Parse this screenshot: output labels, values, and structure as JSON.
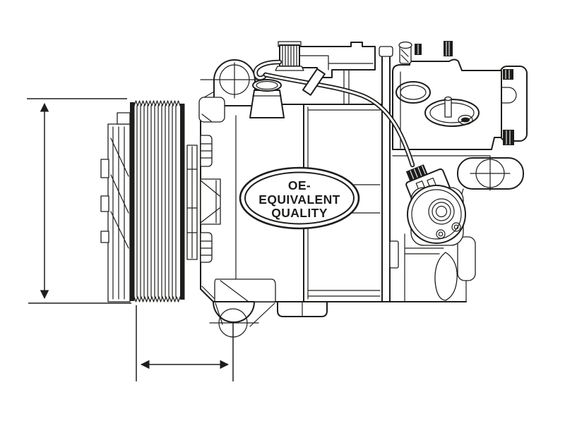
{
  "image": {
    "kind": "technical line drawing",
    "subject": "automotive air-conditioning compressor, side view with dimension arrows",
    "background_color": "#ffffff",
    "line_color": "#1d1d1b"
  },
  "badge": {
    "line1": "OE-",
    "line2": "EQUIVALENT",
    "line3": "QUALITY"
  },
  "annotations": {
    "vertical_dimension_present": true,
    "horizontal_dimension_present": true,
    "dimension_labels_visible": false
  }
}
